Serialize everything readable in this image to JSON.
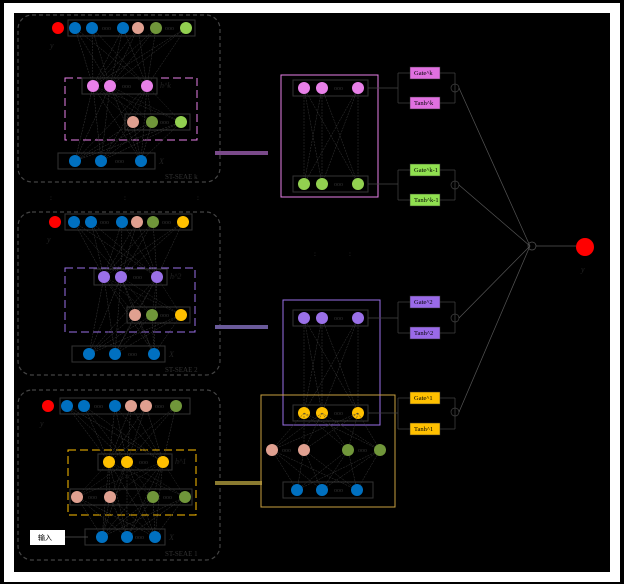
{
  "modules": [
    {
      "name": "ST-SEAE k",
      "hidden_label": "h^k",
      "top_label": "y",
      "input_label": "X"
    },
    {
      "name": "ST-SEAE 2",
      "hidden_label": "h^2",
      "top_label": "y",
      "input_label": "X"
    },
    {
      "name": "ST-SEAE 1",
      "hidden_label": "h^1",
      "top_label": "y",
      "input_label": "X"
    }
  ],
  "input_box": "输入",
  "gates": [
    {
      "gate": "Gate^k",
      "tanh": "Tanh^k",
      "color": "#e070e0"
    },
    {
      "gate": "Gate^k-1",
      "tanh": "Tanh^k-1",
      "color": "#90e050"
    },
    {
      "gate": "Gate^2",
      "tanh": "Tanh^2",
      "color": "#9a6ae8"
    },
    {
      "gate": "Gate^1",
      "tanh": "Tanh^1",
      "color": "#ffc000"
    }
  ],
  "output_label": "y",
  "colors": {
    "red": "#ff0000",
    "blue": "#0070c0",
    "pink": "#e880e8",
    "green": "#92d050",
    "olive": "#70963a",
    "salmon": "#e0a090",
    "purple": "#9a70e8",
    "yellow": "#ffc000"
  }
}
